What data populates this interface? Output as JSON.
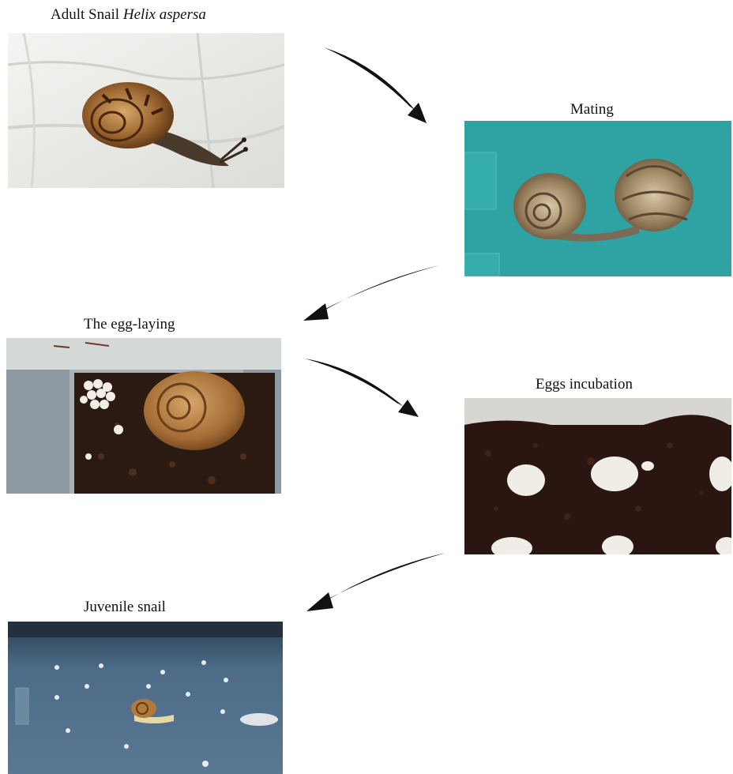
{
  "steps": [
    {
      "id": "adult",
      "label": "Adult Snail ",
      "label_italic": "Helix aspersa"
    },
    {
      "id": "mating",
      "label": "Mating"
    },
    {
      "id": "egg_laying",
      "label": "The egg-laying"
    },
    {
      "id": "incubation",
      "label": "Eggs incubation"
    },
    {
      "id": "juvenile",
      "label": "Juvenile snail"
    }
  ],
  "colors": {
    "arrow": "#111111",
    "mating_bg": "#2fa3a3",
    "soil": "#2a1510",
    "juvenile_bg": "#4c6b86",
    "egg": "#f3f0ea",
    "shell": "#a26a34"
  }
}
